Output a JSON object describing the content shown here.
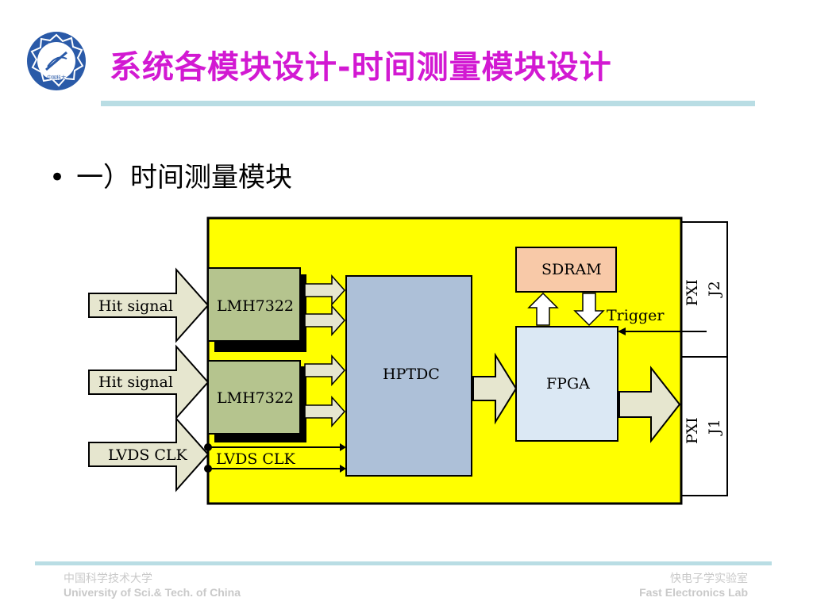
{
  "slide": {
    "title": "系统各模块设计-时间测量模块设计",
    "bullet_symbol": "•",
    "bullet_text": "一）时间测量模块",
    "logo_text_top": "USTC",
    "logo_text_bottom": "中国科大"
  },
  "diagram": {
    "hit_signal_1": "Hit signal",
    "hit_signal_2": "Hit signal",
    "lvds_clk_in": "LVDS CLK",
    "lmh_1": "LMH7322",
    "lmh_2": "LMH7322",
    "lvds_clk_line": "LVDS CLK",
    "hptdc": "HPTDC",
    "sdram": "SDRAM",
    "fpga": "FPGA",
    "trigger": "Trigger",
    "pxi_j2_line1": "PXI",
    "pxi_j2_line2": "J2",
    "pxi_j1_line1": "PXI",
    "pxi_j1_line2": "J1"
  },
  "colors": {
    "board": "#ffff00",
    "lmh": "#b5c48e",
    "hptdc": "#adc0d8",
    "sdram": "#f8c9a8",
    "fpga": "#dbe8f4",
    "arrow": "#e6e6cf",
    "title": "#d219d2"
  },
  "footer": {
    "left_cn": "中国科学技术大学",
    "left_en": "University of Sci.& Tech. of China",
    "right_cn": "快电子学实验室",
    "right_en": "Fast Electronics Lab"
  }
}
